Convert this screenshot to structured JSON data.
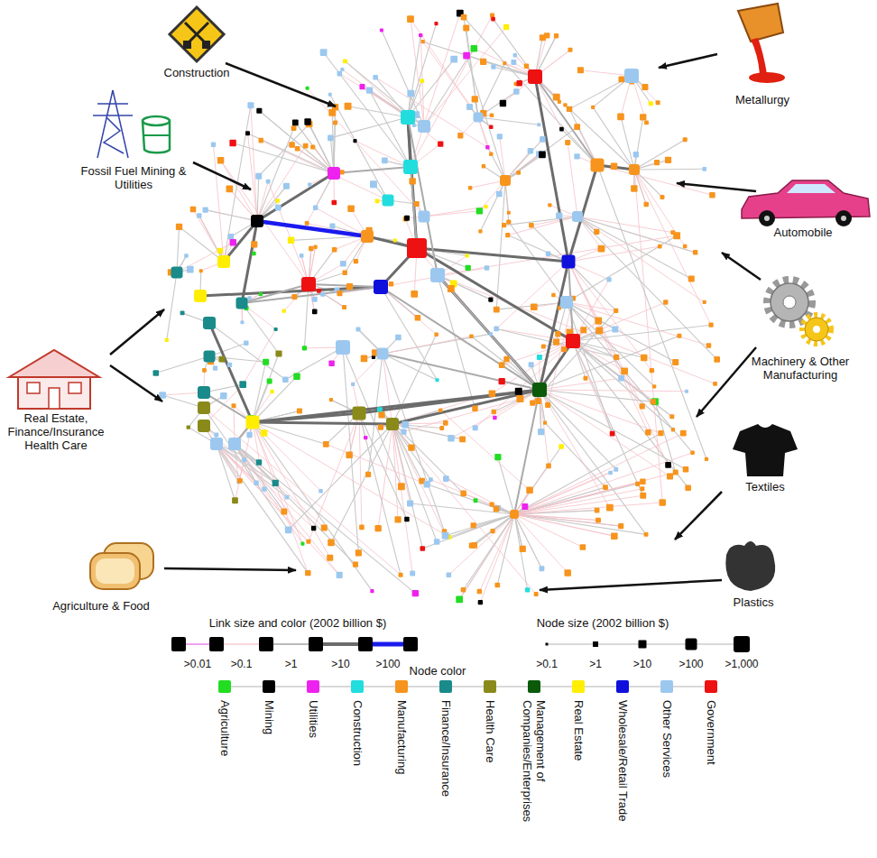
{
  "diagram": {
    "labels": [
      "Construction",
      "Fossil Fuel Mining & Utilities",
      "Real Estate, Finance/Insurance Health Care",
      "Agriculture & Food",
      "Metallurgy",
      "Automobile",
      "Machinery & Other Manufacturing",
      "Textiles",
      "Plastics",
      "Link size and color (2002 billion $)",
      "Node size (2002 billion $)",
      "Node color"
    ],
    "legend": [
      {
        "text": ">0.01"
      },
      {
        "text": ">0.1"
      },
      {
        "text": ">1"
      },
      {
        "text": ">10"
      },
      {
        "text": ">100"
      },
      {
        "text": ">0.1"
      },
      {
        "text": ">1"
      },
      {
        "text": ">10"
      },
      {
        "text": ">100"
      },
      {
        "text": ">1,000"
      },
      {
        "text": "Agriculture",
        "color": "#22dd22"
      },
      {
        "text": "Mining",
        "color": "#000000"
      },
      {
        "text": "Utilities",
        "color": "#ee22ee"
      },
      {
        "text": "Construction",
        "color": "#22dddd"
      },
      {
        "text": "Manufacturing",
        "color": "#f7941d"
      },
      {
        "text": "Finance/Insurance",
        "color": "#1a8a8a"
      },
      {
        "text": "Health Care",
        "color": "#8a8a1a"
      },
      {
        "text": "Management of Companies/Enterprises",
        "color": "#0a5a0a"
      },
      {
        "text": "Real Estate",
        "color": "#ffee00"
      },
      {
        "text": "Wholesale/Retail Trade",
        "color": "#1010dd"
      },
      {
        "text": "Other Services",
        "color": "#9cc8ef"
      },
      {
        "text": "Government",
        "color": "#ee1111"
      }
    ]
  }
}
